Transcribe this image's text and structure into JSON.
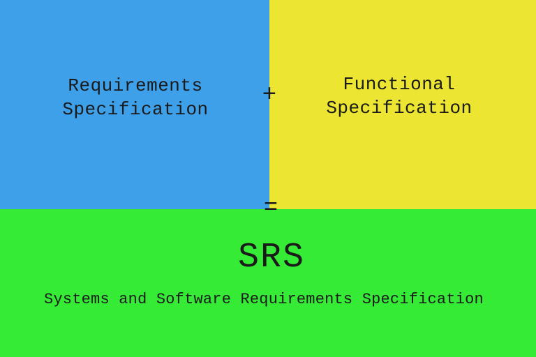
{
  "colors": {
    "left_panel": "#3fa0ea",
    "right_panel": "#ece531",
    "bottom_panel": "#35eb35",
    "text": "#1a1a1a"
  },
  "left_term": {
    "line1": "Requirements",
    "line2": "Specification"
  },
  "right_term": {
    "line1": "Functional",
    "line2": "Specification"
  },
  "operators": {
    "plus": "+",
    "equals": "="
  },
  "result": {
    "abbreviation": "SRS",
    "full_name": "Systems and Software Requirements Specification"
  }
}
